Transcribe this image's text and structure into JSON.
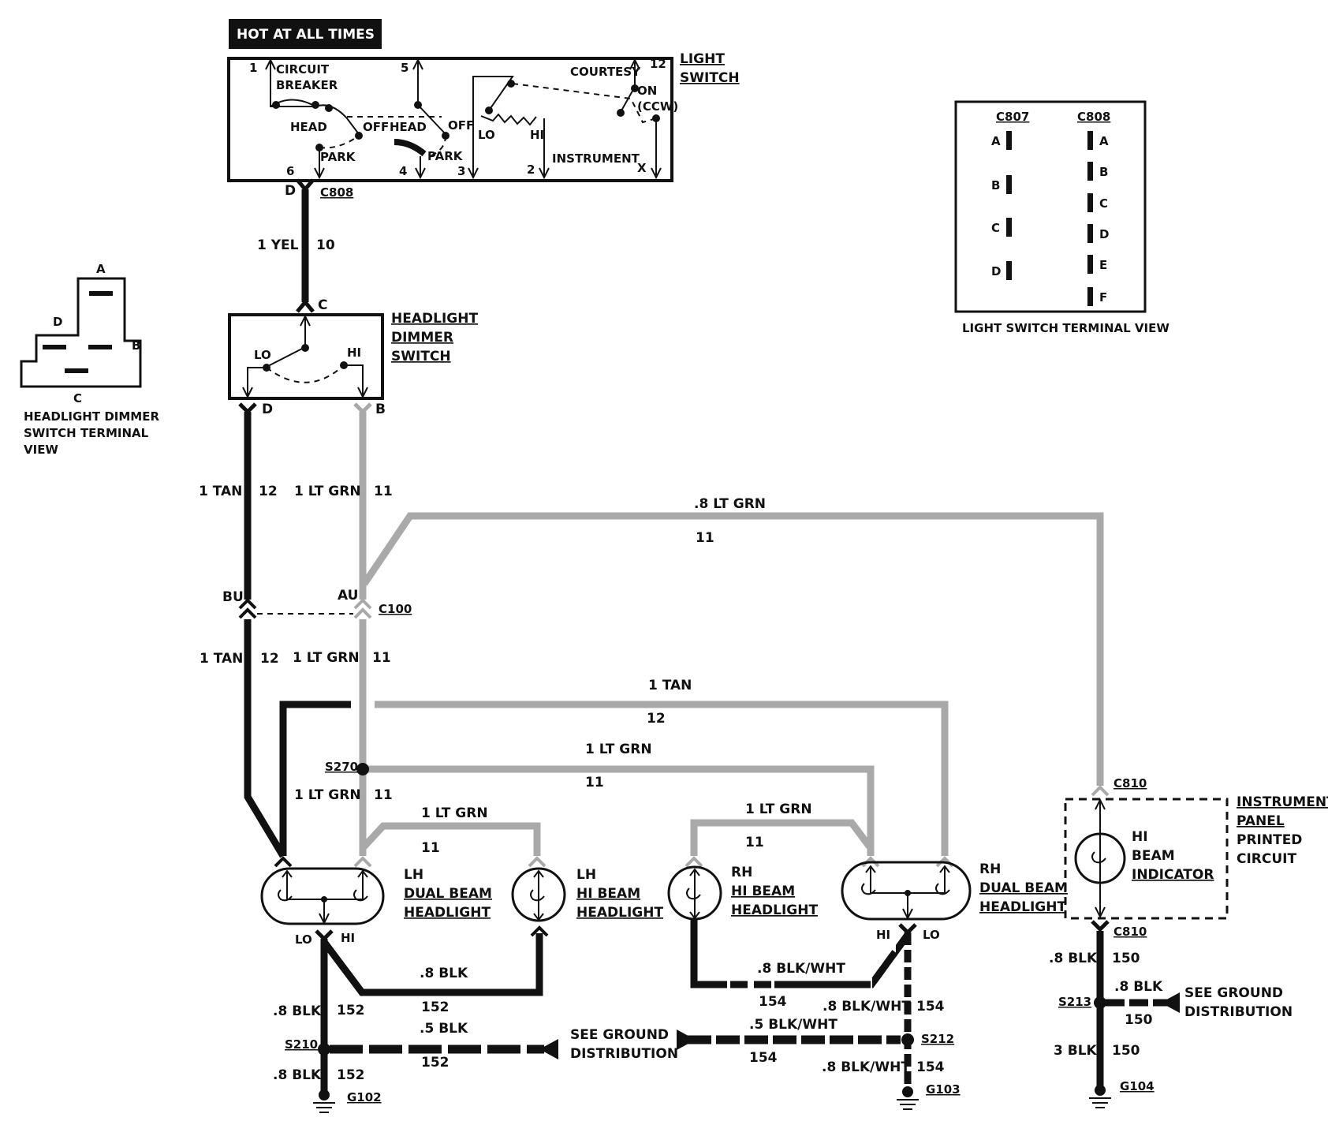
{
  "banner": "HOT AT ALL TIMES",
  "light_switch": {
    "name_lines": [
      "LIGHT",
      "SWITCH"
    ],
    "circuit_breaker": [
      "CIRCUIT",
      "BREAKER"
    ],
    "head_1": "HEAD",
    "off_1": "OFF",
    "park_1": "PARK",
    "head_2": "HEAD",
    "off_2": "OFF",
    "park_2": "PARK",
    "lo": "LO",
    "hi": "HI",
    "courtesy": "COURTESY",
    "on": "ON",
    "ccw": "(CCW)",
    "instrument": "INSTRUMENT",
    "pins": {
      "p1": "1",
      "p5": "5",
      "p12": "12",
      "p6": "6",
      "p4": "4",
      "p3": "3",
      "p2": "2",
      "px": "X"
    }
  },
  "c808_top": {
    "pin": "D",
    "name": "C808"
  },
  "wire_yel": {
    "label": "1 YEL",
    "circuit": "10"
  },
  "dimmer": {
    "name_lines": [
      "HEADLIGHT",
      "DIMMER",
      "SWITCH"
    ],
    "pin_c": "C",
    "lo": "LO",
    "hi": "HI",
    "pin_d": "D",
    "pin_b": "B"
  },
  "dimmer_terminal_view": {
    "pins": {
      "a": "A",
      "b": "B",
      "c": "C",
      "d": "D"
    },
    "caption_lines": [
      "HEADLIGHT DIMMER",
      "SWITCH TERMINAL",
      "VIEW"
    ]
  },
  "light_switch_terminal_view": {
    "col1": "C807",
    "col2": "C808",
    "col1_pins": [
      "A",
      "B",
      "C",
      "D"
    ],
    "col2_pins": [
      "A",
      "B",
      "C",
      "D",
      "E",
      "F"
    ],
    "caption": "LIGHT SWITCH TERMINAL VIEW"
  },
  "wires": {
    "tan_top": {
      "label": "1 TAN",
      "circuit": "12"
    },
    "ltgrn_top": {
      "label": "1 LT GRN",
      "circuit": "11"
    },
    "ltgrn_ip": {
      "label": ".8 LT GRN",
      "circuit": "11"
    },
    "tan_mid": {
      "label": "1 TAN",
      "circuit": "12"
    },
    "ltgrn_mid": {
      "label": "1 LT GRN",
      "circuit": "11"
    },
    "tan_cross": {
      "label": "1 TAN",
      "circuit": "12"
    },
    "ltgrn_cross": {
      "label": "1 LT GRN",
      "circuit": "11"
    },
    "ltgrn_low": {
      "label": "1 LT GRN",
      "circuit": "11"
    },
    "ltgrn_lh_hi": {
      "label": "1 LT GRN",
      "circuit": "11"
    },
    "ltgrn_rh_hi": {
      "label": "1 LT GRN",
      "circuit": "11"
    }
  },
  "c100": {
    "pin_bu": "BU",
    "pin_au": "AU",
    "name": "C100"
  },
  "s270": "S270",
  "lh_dual": {
    "name_lines": [
      "LH",
      "DUAL BEAM",
      "HEADLIGHT"
    ],
    "lo": "LO",
    "hi": "HI"
  },
  "lh_hi": {
    "name_lines": [
      "LH",
      "HI BEAM",
      "HEADLIGHT"
    ]
  },
  "rh_hi": {
    "name_lines": [
      "RH",
      "HI BEAM",
      "HEADLIGHT"
    ]
  },
  "rh_dual": {
    "name_lines": [
      "RH",
      "DUAL BEAM",
      "HEADLIGHT"
    ],
    "hi": "HI",
    "lo": "LO"
  },
  "ipc": {
    "top_connector": "C810",
    "bottom_connector": "C810",
    "indicator_lines": [
      "HI",
      "BEAM",
      "INDICATOR"
    ],
    "name_lines": [
      "INSTRUMENT",
      "PANEL",
      "PRINTED",
      "CIRCUIT"
    ]
  },
  "ground_left": {
    "blk_hi": {
      "label": ".8 BLK",
      "circuit": "152"
    },
    "blk_upper": {
      "label": ".8 BLK",
      "circuit": "152"
    },
    "splice": "S210",
    "blk_5": {
      "label": ".5 BLK",
      "circuit": "152"
    },
    "blk_lower": {
      "label": ".8 BLK",
      "circuit": "152"
    },
    "ground": "G102"
  },
  "see_ground_1": [
    "SEE GROUND",
    "DISTRIBUTION"
  ],
  "ground_middle": {
    "blkwht_hi": {
      "label": ".8 BLK/WHT",
      "circuit": "154"
    },
    "blkwht_upper": {
      "label": ".8 BLK/WHT",
      "circuit": "154"
    },
    "splice": "S212",
    "blkwht_5": {
      "label": ".5 BLK/WHT",
      "circuit": "154"
    },
    "blkwht_lower": {
      "label": ".8 BLK/WHT",
      "circuit": "154"
    },
    "ground": "G103"
  },
  "ground_right": {
    "blk_upper": {
      "label": ".8 BLK",
      "circuit": "150"
    },
    "splice": "S213",
    "blk_branch": {
      "label": ".8 BLK",
      "circuit": "150"
    },
    "blk_lower": {
      "label": "3 BLK",
      "circuit": "150"
    },
    "ground": "G104"
  },
  "see_ground_2": [
    "SEE GROUND",
    "DISTRIBUTION"
  ]
}
